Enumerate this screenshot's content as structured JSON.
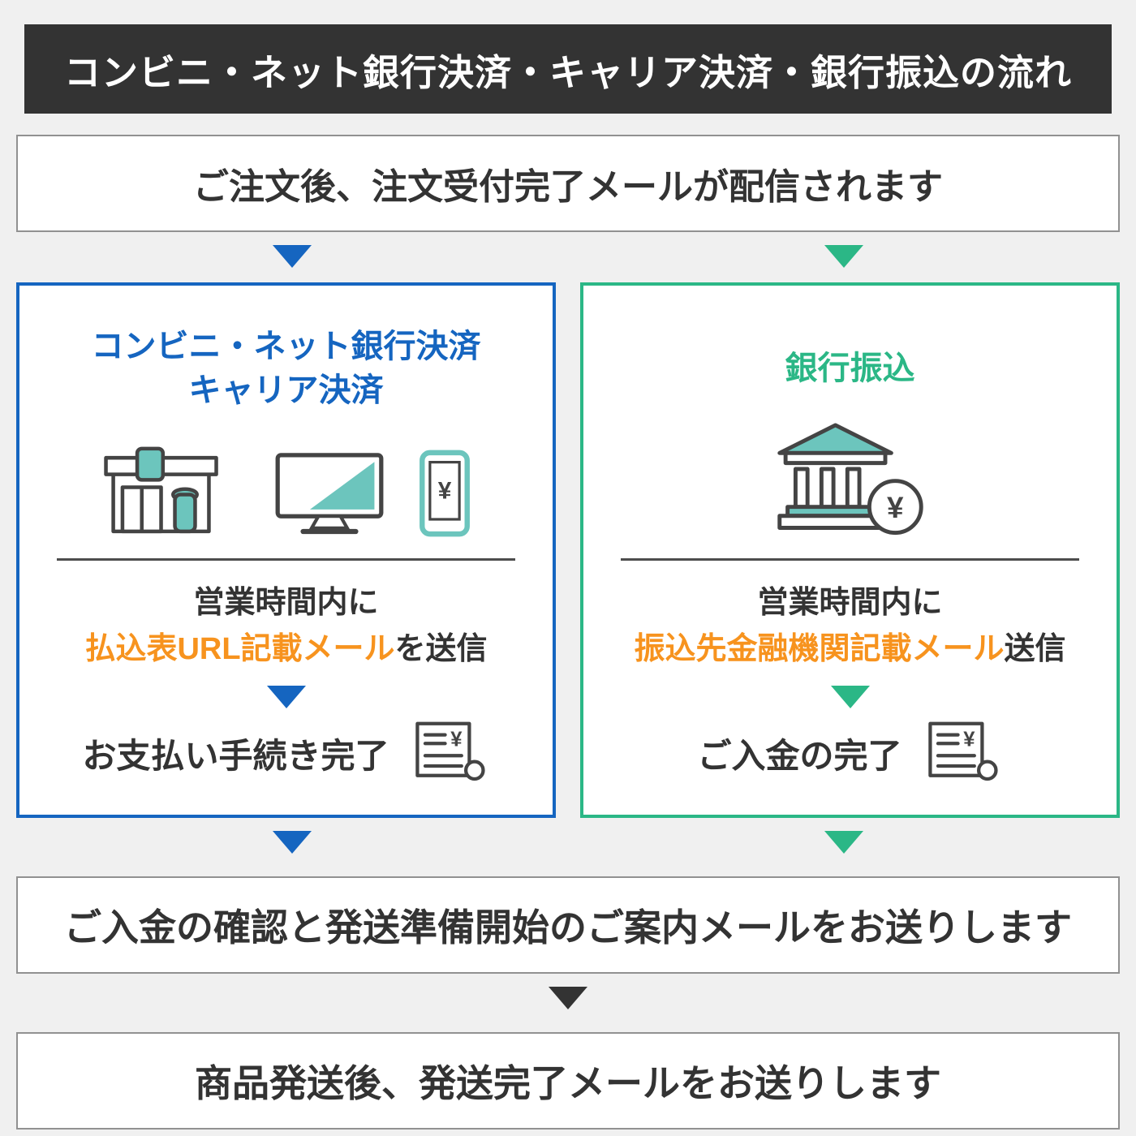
{
  "header": {
    "title": "コンビニ・ネット銀行決済・キャリア決済・銀行振込の流れ"
  },
  "steps": {
    "order": "ご注文後、注文受付完了メールが配信されます",
    "confirm": "ご入金の確認と発送準備開始のご案内メールをお送りします",
    "ship": "商品発送後、発送完了メールをお送りします"
  },
  "left_panel": {
    "title_line1": "コンビニ・ネット銀行決済",
    "title_line2": "キャリア決済",
    "notice_line1": "営業時間内に",
    "notice_highlight": "払込表URL記載メール",
    "notice_suffix": "を送信",
    "complete": "お支払い手続き完了",
    "icons": [
      "store-icon",
      "monitor-icon",
      "smartphone-icon",
      "receipt-icon"
    ]
  },
  "right_panel": {
    "title": "銀行振込",
    "notice_line1": "営業時間内に",
    "notice_highlight": "振込先金融機関記載メール",
    "notice_suffix": "送信",
    "complete": "ご入金の完了",
    "icons": [
      "bank-icon",
      "receipt-icon"
    ]
  },
  "icon_glyphs": {
    "currency_symbol": "¥"
  },
  "colors": {
    "header_bg": "#333333",
    "blue": "#1565c0",
    "green": "#2bb786",
    "orange": "#f7931e",
    "teal": "#6cc5bd",
    "box_border": "#919191",
    "background": "#f0f0f0",
    "text": "#333333"
  }
}
